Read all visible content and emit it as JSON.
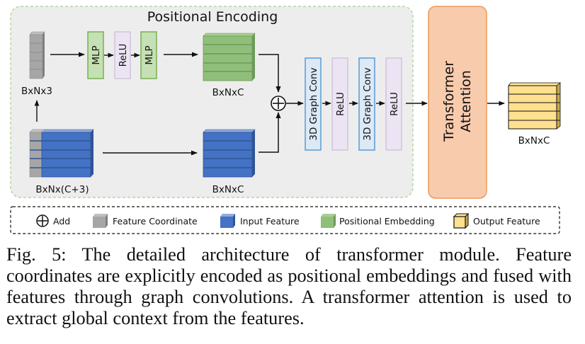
{
  "figure": {
    "group_title": "Positional Encoding",
    "coord_label": "BxNx3",
    "input_label": "BxNx(C+3)",
    "pos_emb_label": "BxNxC",
    "feat_label": "BxNxC",
    "output_label": "BxNxC",
    "mlp1": "MLP",
    "relu1": "ReLU",
    "mlp2": "MLP",
    "gconv1": "3D Graph Conv",
    "relu2": "ReLU",
    "gconv2": "3D Graph Conv",
    "relu3": "ReLU",
    "transformer_line1": "Transformer",
    "transformer_line2": "Attention"
  },
  "legend": {
    "add": "Add",
    "coord": "Feature Coordinate",
    "input": "Input Feature",
    "pos": "Positional Embedding",
    "output": "Output Feature"
  },
  "colors": {
    "gray": "#a6a6a6",
    "blue": "#4472c4",
    "green": "#8fbf7a",
    "yellow": "#ffe08f",
    "relu_fill": "#ece4f3",
    "gconv_fill": "#dce9f6",
    "transformer_fill": "#f8cbad",
    "transformer_stroke": "#ed9a5a"
  },
  "caption": "Fig. 5: The detailed architecture of transformer module. Feature coordinates are explicitly encoded as positional embeddings and fused with features through graph convolutions. A transformer attention is used to extract global context from the features."
}
